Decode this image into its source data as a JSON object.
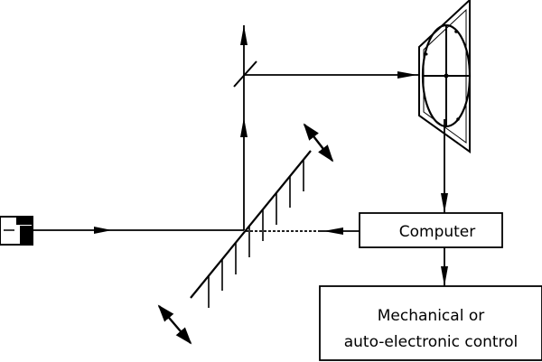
{
  "diagram": {
    "labels": {
      "computer": "Computer",
      "control_line1": "Mechanical or",
      "control_line2": "auto-electronic control"
    },
    "colors": {
      "line": "#000000",
      "background": "#ffffff"
    },
    "icons": [
      "laser-source-icon",
      "beam-splitter-icon",
      "grating-icon",
      "screen-detector-icon"
    ]
  }
}
